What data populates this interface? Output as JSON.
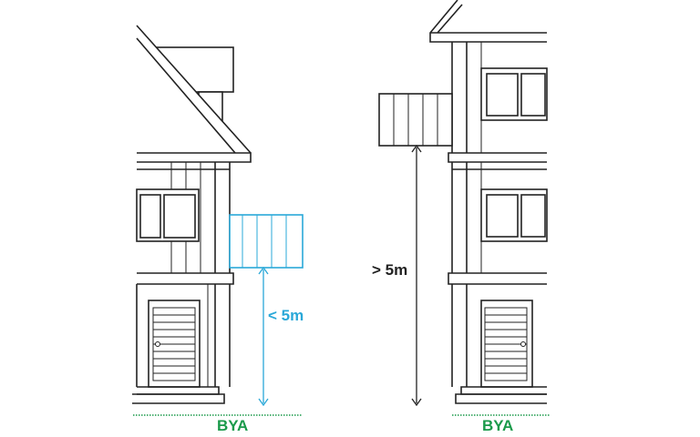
{
  "labels": {
    "under_5m": "< 5m",
    "over_5m": "> 5m",
    "bya_left": "BYA",
    "bya_right": "BYA"
  },
  "colors": {
    "outline": "#222222",
    "highlight_blue": "#2aa8d8",
    "bya_green": "#1a9a4a",
    "background": "#ffffff"
  }
}
